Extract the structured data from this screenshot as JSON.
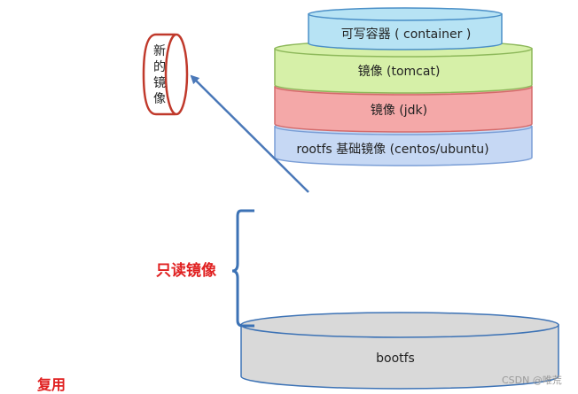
{
  "layers": {
    "container": {
      "label": "可写容器 ( container )",
      "fill": "#b7e3f4",
      "stroke": "#4a8fc7"
    },
    "tomcat": {
      "label": "镜像 (tomcat)",
      "fill": "#d6f0a8",
      "stroke": "#8db85a"
    },
    "jdk": {
      "label": "镜像 (jdk)",
      "fill": "#f4a8a8",
      "stroke": "#d46a6a"
    },
    "rootfs": {
      "label": "rootfs 基础镜像 (centos/ubuntu)",
      "fill": "#c6d8f4",
      "stroke": "#7a9ed6"
    },
    "bootfs": {
      "label": "bootfs",
      "fill": "#d9d9d9",
      "stroke": "#3c72b5"
    }
  },
  "new_image": {
    "chars": [
      "新",
      "的",
      "镜",
      "像"
    ],
    "stroke": "#c0392b"
  },
  "readonly_label": "只读镜像",
  "reuse_label": "复用",
  "watermark": "CSDN @唯荒",
  "colors": {
    "red_text": "#e02020",
    "arrow": "#4a78b8",
    "bracket": "#3c72b5"
  }
}
